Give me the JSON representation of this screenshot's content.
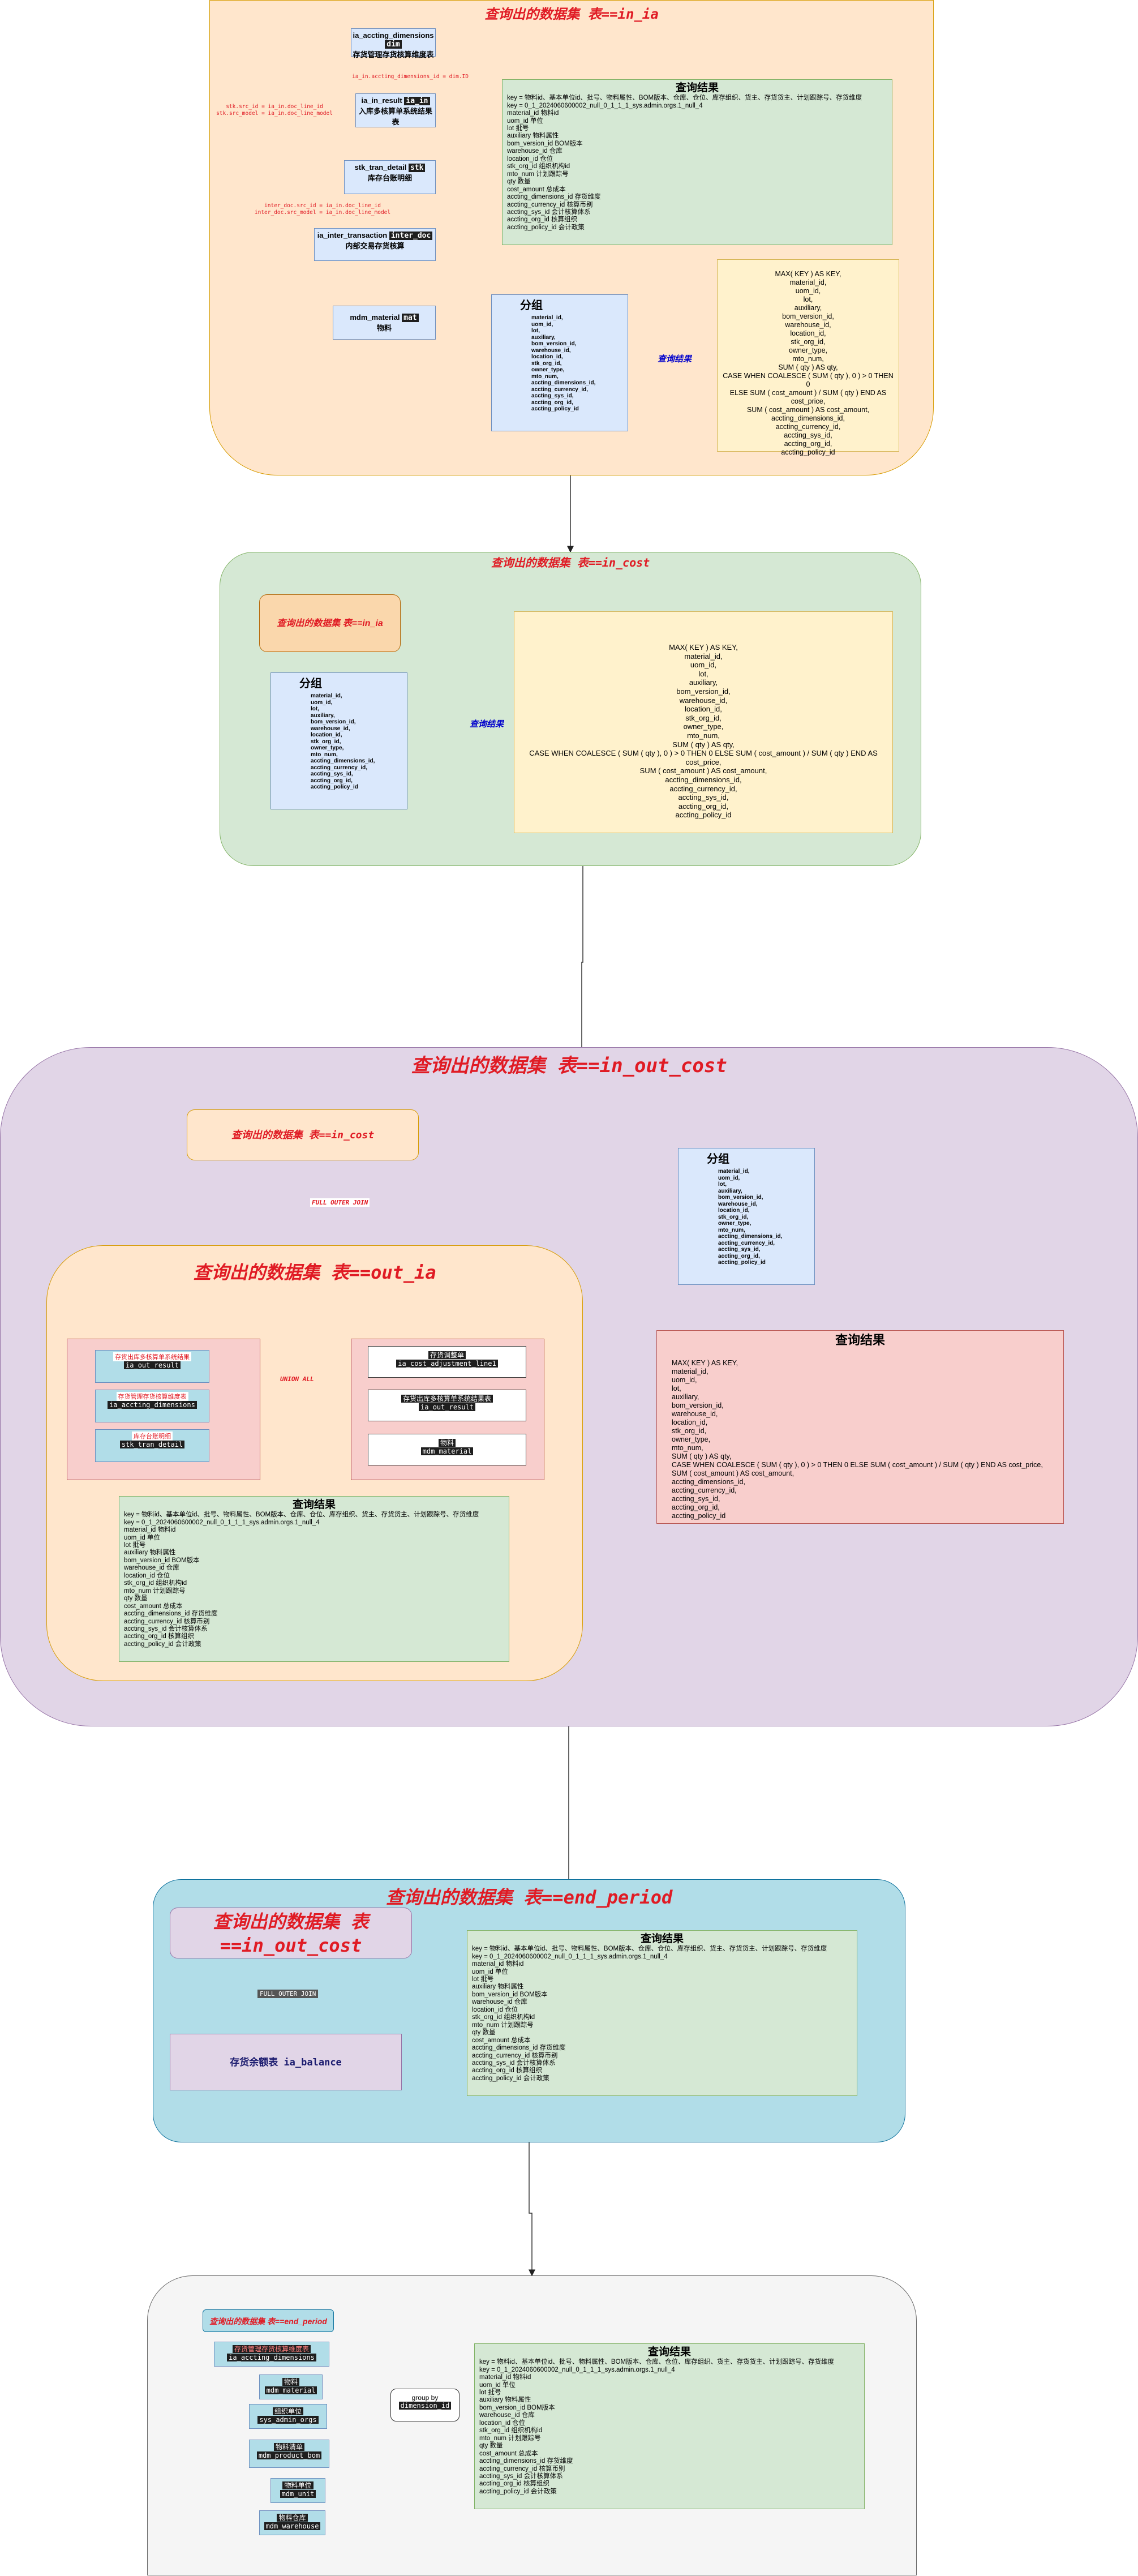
{
  "s1": {
    "title": "查询出的数据集 表==in_ia",
    "acc_dim": {
      "code": "ia_accting_dimensions",
      "code2": "dim",
      "sub": "存货管理存货核算维度表"
    },
    "in_result": {
      "name": "ia_in_result",
      "code": "ia_in",
      "sub": "入库多核算单系统结果表"
    },
    "tran_detail": {
      "name": "stk_tran_detail",
      "code": "stk",
      "sub": "库存台账明细"
    },
    "inter": {
      "name": "ia_inter_transaction",
      "code": "inter_doc",
      "sub": "内部交易存货核算"
    },
    "material": {
      "name": "mdm_material",
      "code": "mat",
      "sub": "物料"
    },
    "join1": "ia_in.accting_dimensions_id = dim.ID",
    "join2": "stk.src_id = ia_in.doc_line_id",
    "join3": "stk.src_model = ia_in.doc_line_model",
    "join4": "inter_doc.src_id = ia_in.doc_line_id",
    "join5": "inter_doc.src_model = ia_in.doc_line_model",
    "result_title": "查询结果",
    "result_lines": [
      "key = 物料id、基本单位id、批号、物料属性、BOM版本、仓库、仓位、库存组织、货主、存货货主、计划跟踪号、存货维度",
      "key = 0_1_2024060600002_null_0_1_1_1_sys.admin.orgs.1_null_4",
      "material_id 物料id",
      "uom_id 单位",
      "lot 批号",
      "auxiliary 物料属性",
      "bom_version_id BOM版本",
      "warehouse_id 仓库",
      "location_id 仓位",
      "stk_org_id 组织机构id",
      "mto_num 计划跟踪号",
      "qty  数量",
      "cost_amount 总成本",
      "accting_dimensions_id  存货维度",
      "accting_currency_id  核算币别",
      "accting_sys_id  会计核算体系",
      "accting_org_id 核算组织",
      "accting_policy_id  会计政策"
    ],
    "group_title": "分组",
    "group_lines": [
      "material_id,",
      "uom_id,",
      "lot,",
      "auxiliary,",
      "bom_version_id,",
      "warehouse_id,",
      "location_id,",
      "stk_org_id,",
      "owner_type,",
      "mto_num,",
      "accting_dimensions_id,",
      "accting_currency_id,",
      "accting_sys_id,",
      "accting_org_id,",
      "accting_policy_id"
    ],
    "query_label": "查询结果",
    "sql_lines": [
      "MAX( KEY ) AS KEY,",
      "material_id,",
      "uom_id,",
      "lot,",
      "auxiliary,",
      "bom_version_id,",
      "warehouse_id,",
      "location_id,",
      "stk_org_id,",
      "owner_type,",
      "mto_num,",
      "SUM ( qty ) AS qty,",
      "CASE WHEN COALESCE ( SUM ( qty ), 0 ) > 0 THEN 0",
      "ELSE SUM ( cost_amount ) / SUM ( qty ) END AS",
      "cost_price,",
      "SUM ( cost_amount ) AS cost_amount,",
      "accting_dimensions_id,",
      "accting_currency_id,",
      "accting_sys_id,",
      "accting_org_id,",
      "accting_policy_id"
    ]
  },
  "s2": {
    "title": "查询出的数据集 表==in_cost",
    "src": "查询出的数据集 表==in_ia",
    "group_title": "分组",
    "group_lines": [
      "material_id,",
      "uom_id,",
      "lot,",
      "auxiliary,",
      "bom_version_id,",
      "warehouse_id,",
      "location_id,",
      "stk_org_id,",
      "owner_type,",
      "mto_num,",
      "accting_dimensions_id,",
      "accting_currency_id,",
      "accting_sys_id,",
      "accting_org_id,",
      "accting_policy_id"
    ],
    "query_label": "查询结果",
    "sql_lines": [
      "MAX( KEY ) AS KEY,",
      "material_id,",
      "uom_id,",
      "lot,",
      "auxiliary,",
      "bom_version_id,",
      "warehouse_id,",
      "location_id,",
      "stk_org_id,",
      "owner_type,",
      "mto_num,",
      "SUM ( qty ) AS qty,",
      "CASE WHEN COALESCE ( SUM ( qty ), 0 ) > 0 THEN 0 ELSE SUM ( cost_amount ) / SUM ( qty ) END AS cost_price,",
      "SUM ( cost_amount ) AS cost_amount,",
      "accting_dimensions_id,",
      "accting_currency_id,",
      "accting_sys_id,",
      "accting_org_id,",
      "accting_policy_id"
    ]
  },
  "s3": {
    "title": "查询出的数据集 表==in_out_cost",
    "in_cost": "查询出的数据集 表==in_cost",
    "full_join": "FULL OUTER JOIN",
    "out_ia": "查询出的数据集 表==out_ia",
    "left_items": [
      {
        "sub": "存货出库多核算单系统结果",
        "code": "ia_out_result"
      },
      {
        "sub": "存货管理存货核算维度表",
        "code": "ia_accting_dimensions"
      },
      {
        "sub": "库存台账明细",
        "code": "stk_tran_detail"
      }
    ],
    "union": "UNION ALL",
    "right_items": [
      {
        "sub": "存货调整单",
        "code": "ia_cost_adjustment_line1"
      },
      {
        "sub": "存货出库多核算单系统结果表",
        "code": "ia_out_result"
      },
      {
        "sub": "物料",
        "code": "mdm_material"
      }
    ],
    "result_title": "查询结果",
    "result_lines": [
      "key = 物料id、基本单位id、批号、物料属性、BOM版本、仓库、仓位、库存组织、货主、存货货主、计划跟踪号、存货维度",
      "key = 0_1_2024060600002_null_0_1_1_1_sys.admin.orgs.1_null_4",
      "material_id 物料id",
      "uom_id 单位",
      "lot 批号",
      "auxiliary 物料属性",
      "bom_version_id BOM版本",
      "warehouse_id 仓库",
      "location_id 仓位",
      "stk_org_id 组织机构id",
      "mto_num 计划跟踪号",
      "qty  数量",
      "cost_amount 总成本",
      "accting_dimensions_id  存货维度",
      "accting_currency_id  核算币别",
      "accting_sys_id  会计核算体系",
      "accting_org_id 核算组织",
      "accting_policy_id  会计政策"
    ],
    "group_title": "分组",
    "group_lines": [
      "material_id,",
      "uom_id,",
      "lot,",
      "auxiliary,",
      "bom_version_id,",
      "warehouse_id,",
      "location_id,",
      "stk_org_id,",
      "owner_type,",
      "mto_num,",
      "accting_dimensions_id,",
      "accting_currency_id,",
      "accting_sys_id,",
      "accting_org_id,",
      "accting_policy_id"
    ],
    "final_title": "查询结果",
    "final_lines": [
      "MAX( KEY ) AS KEY,",
      "material_id,",
      "uom_id,",
      "lot,",
      "auxiliary,",
      "bom_version_id,",
      "warehouse_id,",
      "location_id,",
      "stk_org_id,",
      "owner_type,",
      "mto_num,",
      "SUM ( qty ) AS qty,",
      "CASE WHEN COALESCE ( SUM ( qty ), 0 ) > 0 THEN 0 ELSE SUM ( cost_amount ) / SUM ( qty ) END AS cost_price,",
      "SUM ( cost_amount ) AS cost_amount,",
      "accting_dimensions_id,",
      "accting_currency_id,",
      "accting_sys_id,",
      "accting_org_id,",
      "accting_policy_id"
    ]
  },
  "s4": {
    "title": "查询出的数据集 表==end_period",
    "src": "查询出的数据集 表==in_out_cost",
    "full_join": "FULL OUTER JOIN",
    "balance": "存货余额表  ia_balance",
    "result_title": "查询结果",
    "result_lines": [
      "key = 物料id、基本单位id、批号、物料属性、BOM版本、仓库、仓位、库存组织、货主、存货货主、计划跟踪号、存货维度",
      "key = 0_1_2024060600002_null_0_1_1_1_sys.admin.orgs.1_null_4",
      "material_id 物料id",
      "uom_id 单位",
      "lot 批号",
      "auxiliary 物料属性",
      "bom_version_id BOM版本",
      "warehouse_id 仓库",
      "location_id 仓位",
      "stk_org_id 组织机构id",
      "mto_num 计划跟踪号",
      "qty  数量",
      "cost_amount 总成本",
      "accting_dimensions_id  存货维度",
      "accting_currency_id  核算币别",
      "accting_sys_id  会计核算体系",
      "accting_org_id 核算组织",
      "accting_policy_id  会计政策"
    ]
  },
  "s5": {
    "src": "查询出的数据集 表==end_period",
    "items": [
      {
        "sub": "存货管理存货核算维度表",
        "code": "ia_accting_dimensions"
      },
      {
        "sub": "物料",
        "code": "mdm_material"
      },
      {
        "sub": "组织单位",
        "code": "sys_admin_orgs"
      },
      {
        "sub": "物料清单",
        "code": "mdm_product_bom"
      },
      {
        "sub": "物料单位",
        "code": "mdm_unit"
      },
      {
        "sub": "物料仓库",
        "code": "mdm_warehouse"
      }
    ],
    "group_by": "group by",
    "group_code": "dimension_id",
    "result_title": "查询结果",
    "result_lines": [
      "key = 物料id、基本单位id、批号、物料属性、BOM版本、仓库、仓位、库存组织、货主、存货货主、计划跟踪号、存货维度",
      "key = 0_1_2024060600002_null_0_1_1_1_sys.admin.orgs.1_null_4",
      "material_id 物料id",
      "uom_id 单位",
      "lot 批号",
      "auxiliary 物料属性",
      "bom_version_id BOM版本",
      "warehouse_id 仓库",
      "location_id 仓位",
      "stk_org_id 组织机构id",
      "mto_num 计划跟踪号",
      "qty  数量",
      "cost_amount 总成本",
      "accting_dimensions_id  存货维度",
      "accting_currency_id  核算币别",
      "accting_sys_id  会计核算体系",
      "accting_org_id 核算组织",
      "accting_policy_id  会计政策"
    ]
  }
}
